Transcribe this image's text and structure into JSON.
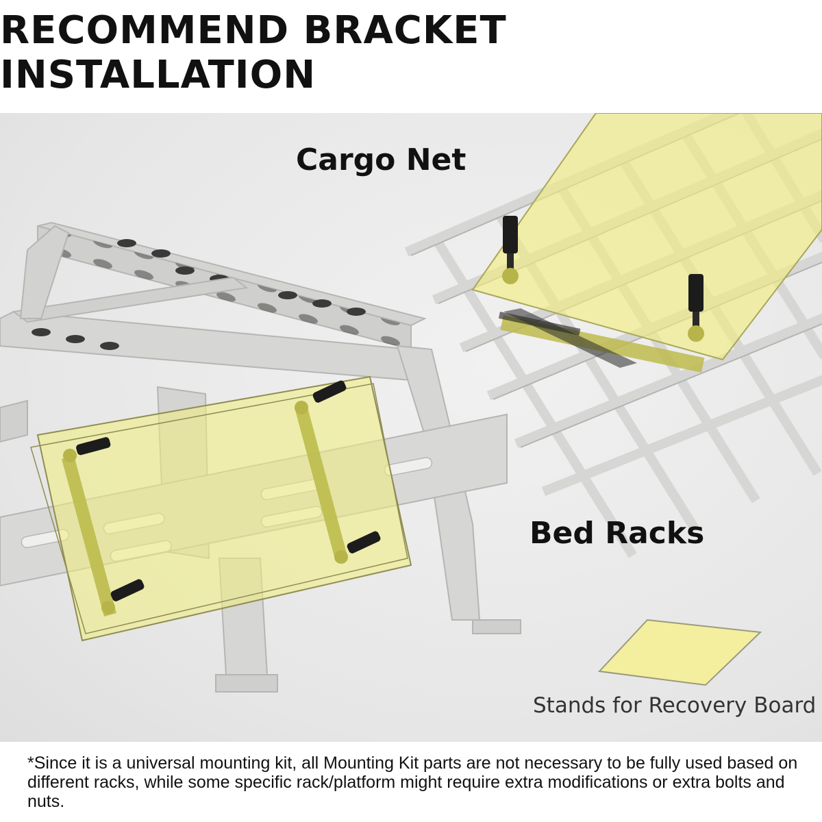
{
  "header": {
    "title": "RECOMMEND BRACKET INSTALLATION"
  },
  "labels": {
    "cargo_net": "Cargo Net",
    "bed_racks": "Bed Racks",
    "recovery_board": "Stands for Recovery Board"
  },
  "footnote": "*Since it is a universal mounting kit, all Mounting Kit parts are not necessary to be fully used based on different racks, while some specific rack/platform might require extra modifications or extra bolts and nuts.",
  "colors": {
    "board_yellow": "#f0ee7c",
    "rack_gray": "#d4d4d2",
    "bracket_black": "#1c1c1c"
  },
  "icons": [
    "cargo-net-illustration",
    "bed-rack-illustration",
    "mounting-bracket-icon",
    "recovery-board-icon"
  ]
}
